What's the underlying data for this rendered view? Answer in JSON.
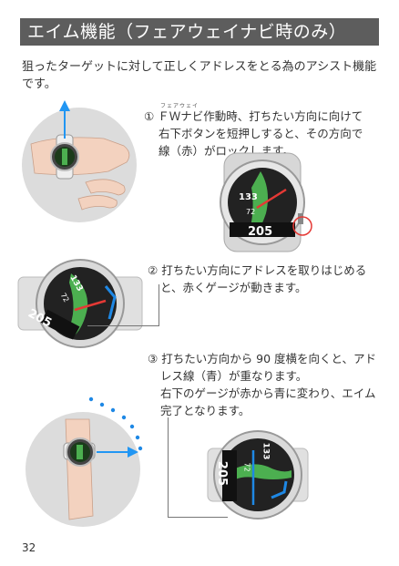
{
  "title": "エイム機能（フェアウェイナビ時のみ）",
  "intro": "狙ったターゲットに対して正しくアドレスをとる為のアシスト機能です。",
  "ruby": "フェアウェイ",
  "steps": [
    {
      "number": "①",
      "lines": [
        "ＦＷナビ作動時、打ちたい方向に向けて",
        "右下ボタンを短押しすると、その方向で",
        "線（赤）がロックします。"
      ]
    },
    {
      "number": "②",
      "lines": [
        "打ちたい方向にアドレスを取りはじめる",
        "と、赤くゲージが動きます。"
      ]
    },
    {
      "number": "③",
      "lines": [
        "打ちたい方向から 90 度横を向くと、アド",
        "レス線（青）が重なります。",
        "右下のゲージが赤から青に変わり、エイム",
        "完了となります。"
      ]
    }
  ],
  "watch": {
    "distance_main": "205",
    "distance_top": "133",
    "distance_mid": "72"
  },
  "page_number": "32",
  "colors": {
    "title_bg": "#5d5d5d",
    "aim_red": "#e53935",
    "address_blue": "#1e88e5",
    "arrow_blue": "#2196f3",
    "green": "#4caf50"
  }
}
